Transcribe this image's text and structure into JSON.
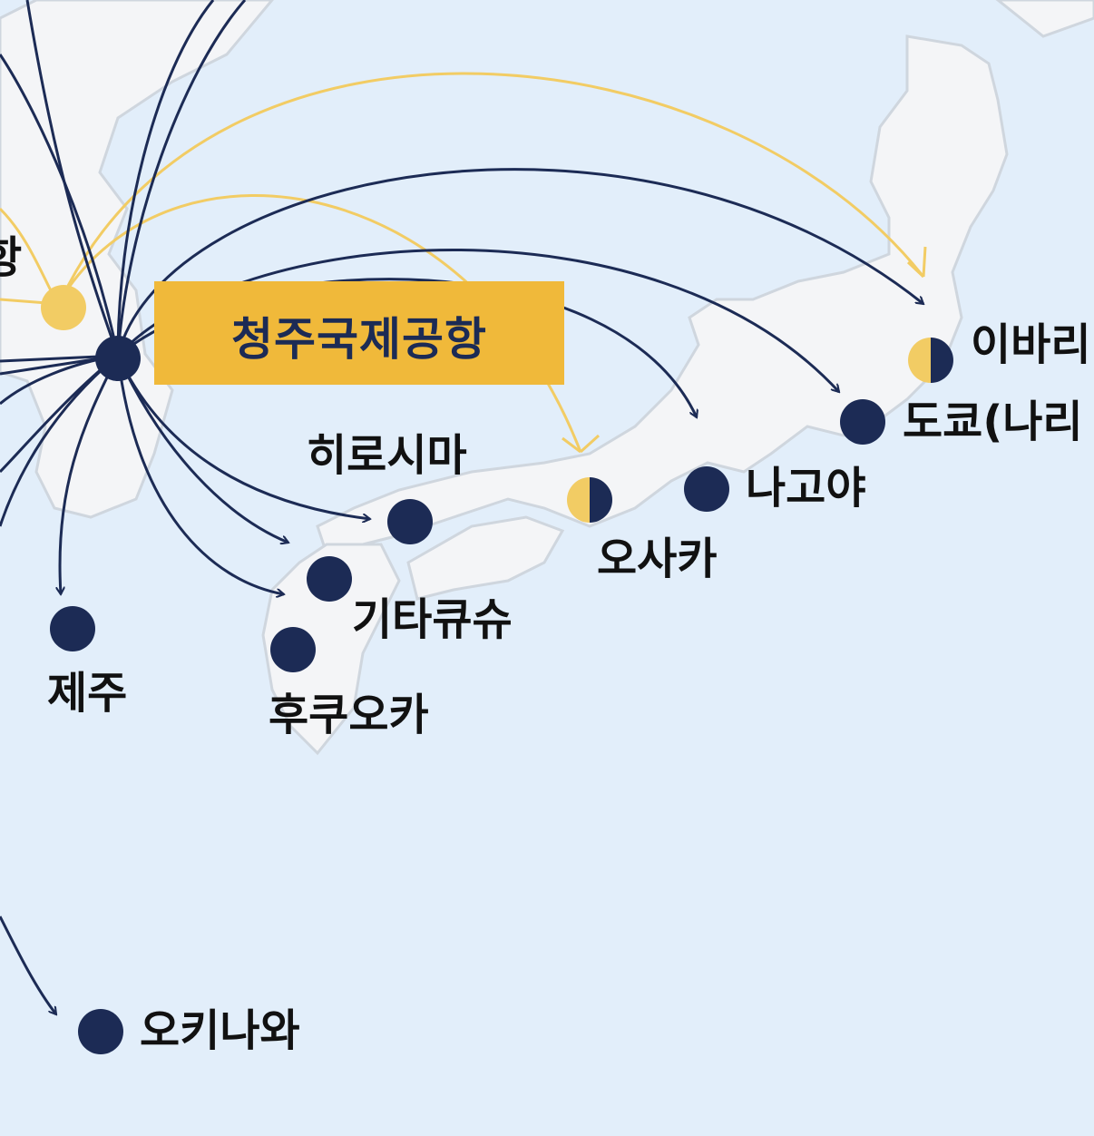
{
  "hub": {
    "name": "청주국제공항"
  },
  "destinations": [
    {
      "id": "hiroshima",
      "name": "히로시마",
      "service": "regular"
    },
    {
      "id": "osaka",
      "name": "오사카",
      "service": "regular+seasonal"
    },
    {
      "id": "nagoya",
      "name": "나고야",
      "service": "regular"
    },
    {
      "id": "tokyo",
      "name": "도쿄(나리",
      "service": "regular"
    },
    {
      "id": "ibaraki",
      "name": "이바리",
      "service": "regular+seasonal"
    },
    {
      "id": "kitakyushu",
      "name": "기타큐슈",
      "service": "regular"
    },
    {
      "id": "fukuoka",
      "name": "후쿠오카",
      "service": "regular"
    },
    {
      "id": "jeju",
      "name": "제주",
      "service": "regular"
    },
    {
      "id": "okinawa",
      "name": "오키나와",
      "service": "regular"
    }
  ],
  "partial_labels": {
    "left_edge": "항"
  },
  "colors": {
    "regular_route": "#1c2b55",
    "seasonal_route": "#f2cc64",
    "hub_label_bg": "#f0b93a",
    "sea": "#e2eefa",
    "land": "#f4f5f7"
  }
}
